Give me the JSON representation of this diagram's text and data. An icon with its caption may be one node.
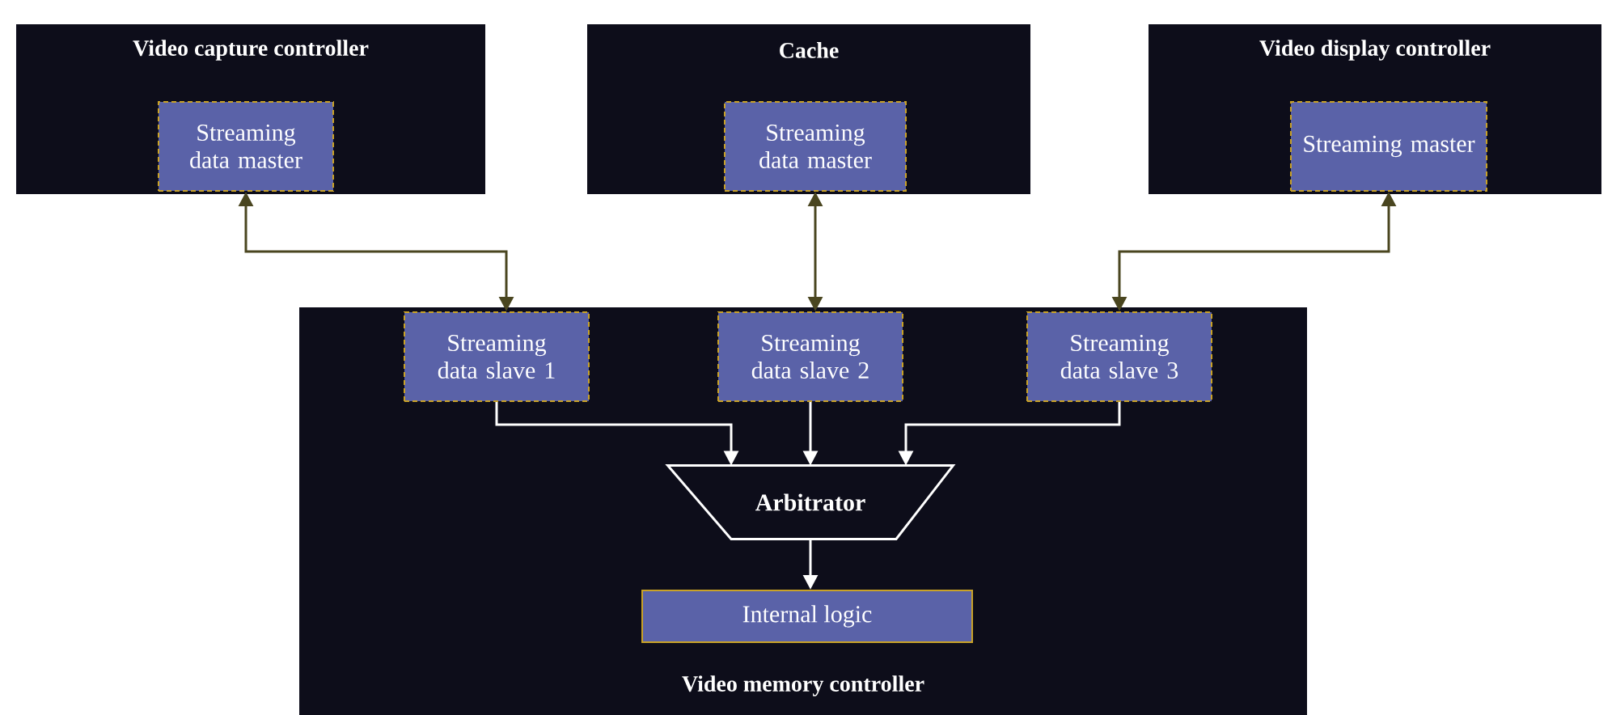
{
  "diagram": {
    "nodes": [
      {
        "text": [
          "Video capture controller"
        ]
      },
      {
        "text": [
          "Streaming data master"
        ],
        "in": 0
      },
      {
        "text": [
          "Cache"
        ]
      },
      {
        "text": [
          "Streaming data master"
        ],
        "in": 2
      },
      {
        "text": [
          "Video display controller"
        ]
      },
      {
        "text": [
          "Streaming master"
        ],
        "in": 4
      },
      {
        "text": [
          "Video memory controller"
        ]
      },
      {
        "text": [
          "Streaming data slave 1"
        ],
        "in": 6
      },
      {
        "text": [
          "Streaming data slave 2"
        ],
        "in": 6
      },
      {
        "text": [
          "Streaming data slave 3"
        ],
        "in": 6
      },
      {
        "text": [
          "Arbitrator"
        ],
        "in": 6
      },
      {
        "text": [
          "Internal logic"
        ],
        "in": 6
      }
    ],
    "edges": [
      {
        "from": 1,
        "to": 7,
        "arrow": "both",
        "color": "#4a4620"
      },
      {
        "from": 3,
        "to": 8,
        "arrow": "both",
        "color": "#4a4620"
      },
      {
        "from": 5,
        "to": 9,
        "arrow": "both",
        "color": "#4a4620"
      },
      {
        "from": 7,
        "to": 10,
        "arrow": "to"
      },
      {
        "from": 8,
        "to": 10,
        "arrow": "to"
      },
      {
        "from": 9,
        "to": 10,
        "arrow": "to"
      },
      {
        "from": 10,
        "to": 11,
        "arrow": "to"
      }
    ]
  }
}
